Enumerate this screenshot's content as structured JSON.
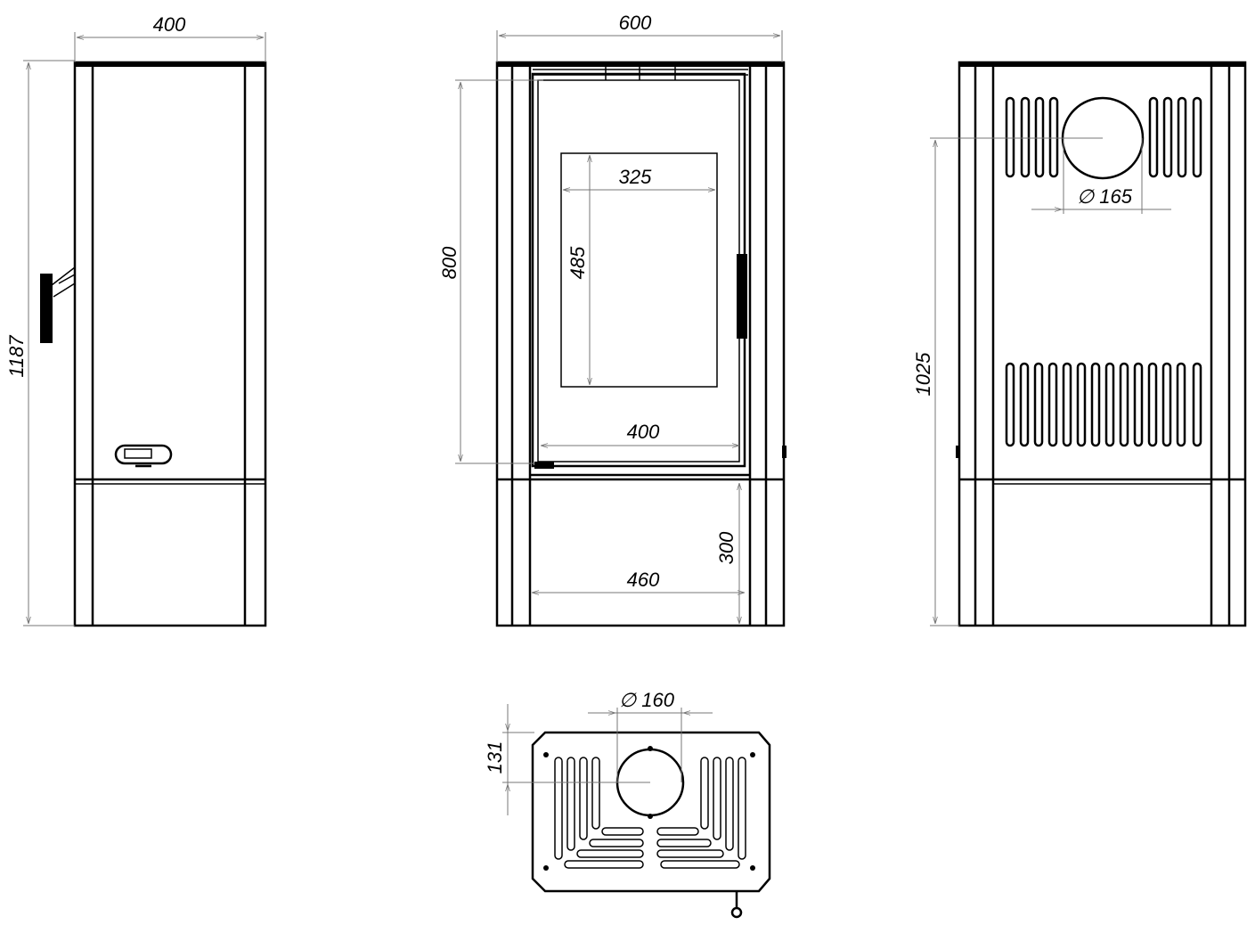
{
  "views": {
    "side": {
      "width_label": "400",
      "height_label": "1187"
    },
    "front": {
      "width_label": "600",
      "door_height_label": "800",
      "glass_width_label": "325",
      "glass_height_label": "485",
      "door_width_label": "400",
      "base_width_label": "460",
      "base_height_label": "300"
    },
    "back": {
      "flue_diameter_label": "∅ 165",
      "flue_height_label": "1025"
    },
    "top": {
      "flue_diameter_label": "∅ 160",
      "flue_offset_label": "131"
    }
  },
  "colors": {
    "line": "#000000",
    "dimension": "#777777",
    "background": "#ffffff"
  }
}
